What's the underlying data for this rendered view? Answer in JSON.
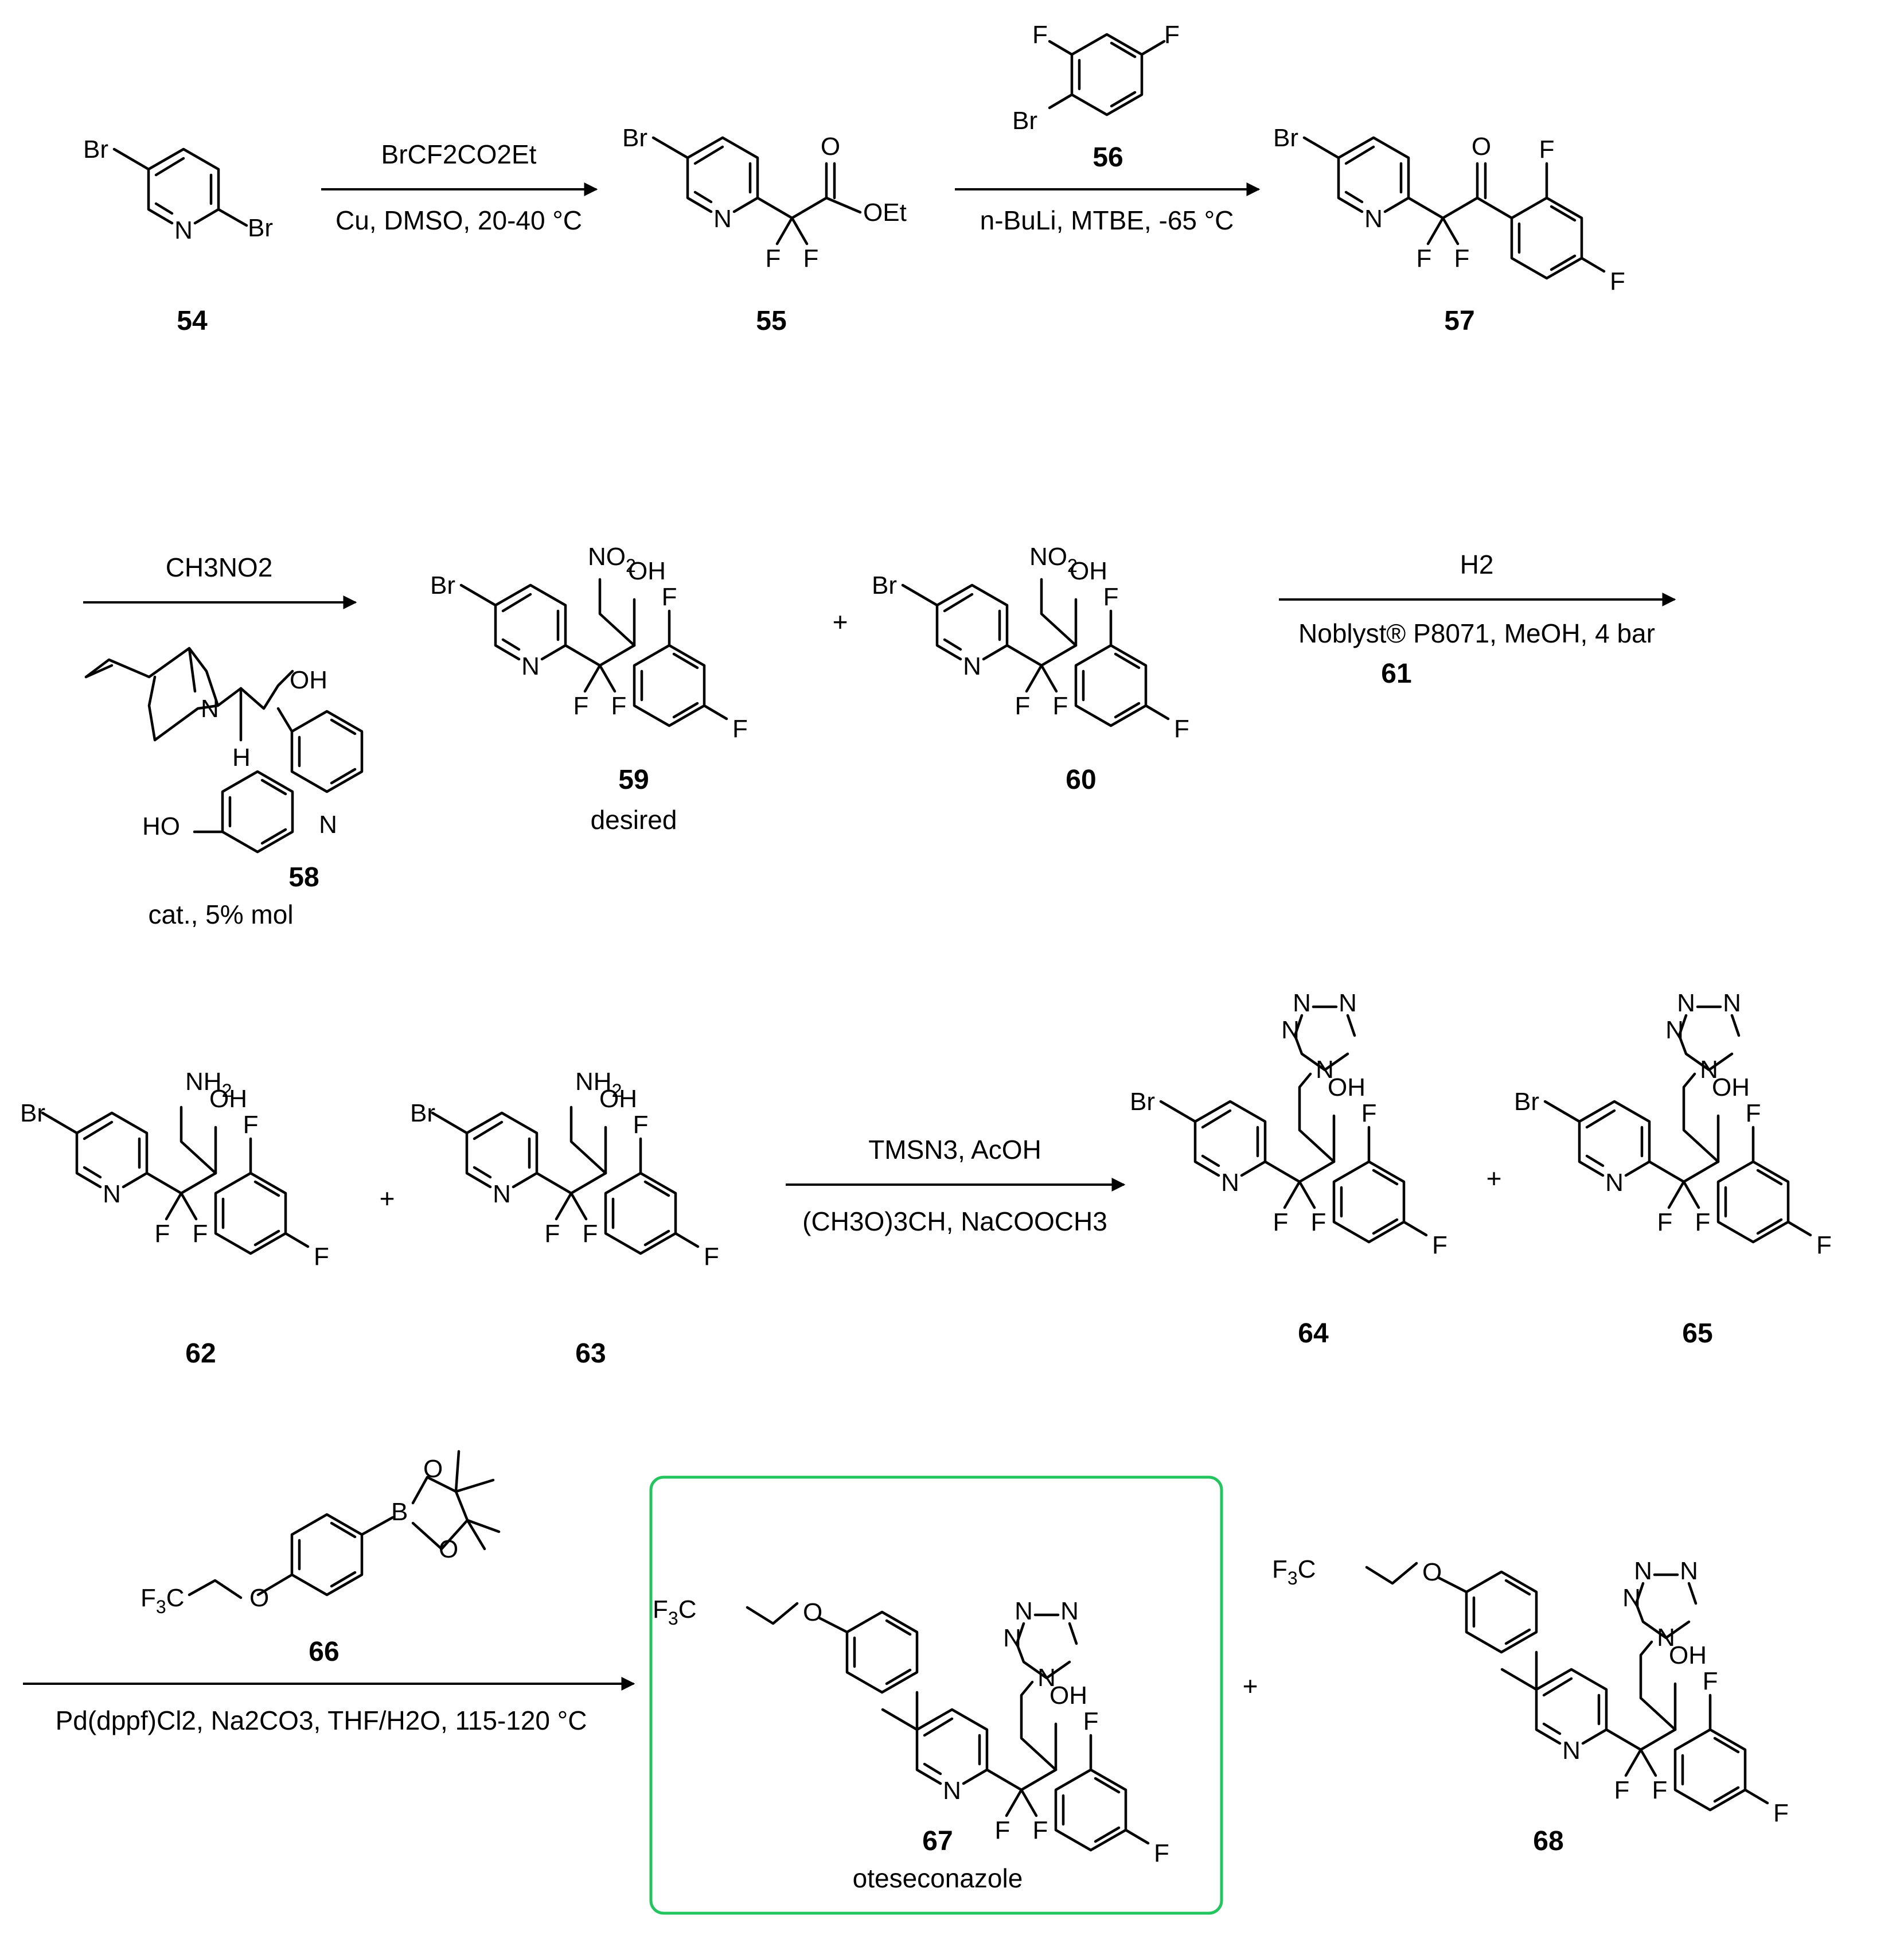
{
  "compounds": {
    "c54": {
      "number": "54"
    },
    "c55": {
      "number": "55"
    },
    "c56": {
      "number": "56"
    },
    "c57": {
      "number": "57"
    },
    "c58": {
      "number": "58",
      "note": "cat., 5% mol"
    },
    "c59": {
      "number": "59",
      "note": "desired"
    },
    "c60": {
      "number": "60"
    },
    "c61": {
      "number": "61"
    },
    "c62": {
      "number": "62"
    },
    "c63": {
      "number": "63"
    },
    "c64": {
      "number": "64"
    },
    "c65": {
      "number": "65"
    },
    "c66": {
      "number": "66"
    },
    "c67": {
      "number": "67",
      "name": "oteseconazole"
    },
    "c68": {
      "number": "68"
    }
  },
  "conditions": {
    "step1": {
      "above": "BrCF2CO2Et",
      "below": "Cu, DMSO, 20-40 °C"
    },
    "step2": {
      "below": "n-BuLi, MTBE, -65 °C"
    },
    "step3": {
      "above": "CH3NO2"
    },
    "step4": {
      "above": "H2",
      "below": "Noblyst® P8071, MeOH, 4 bar"
    },
    "step5": {
      "above": "TMSN3, AcOH",
      "below": "(CH3O)3CH, NaCOOCH3"
    },
    "step6": {
      "below": "Pd(dppf)Cl2, Na2CO3, THF/H2O, 115-120 °C"
    }
  },
  "plus_sign": "+",
  "highlight_color": "#22c55e"
}
